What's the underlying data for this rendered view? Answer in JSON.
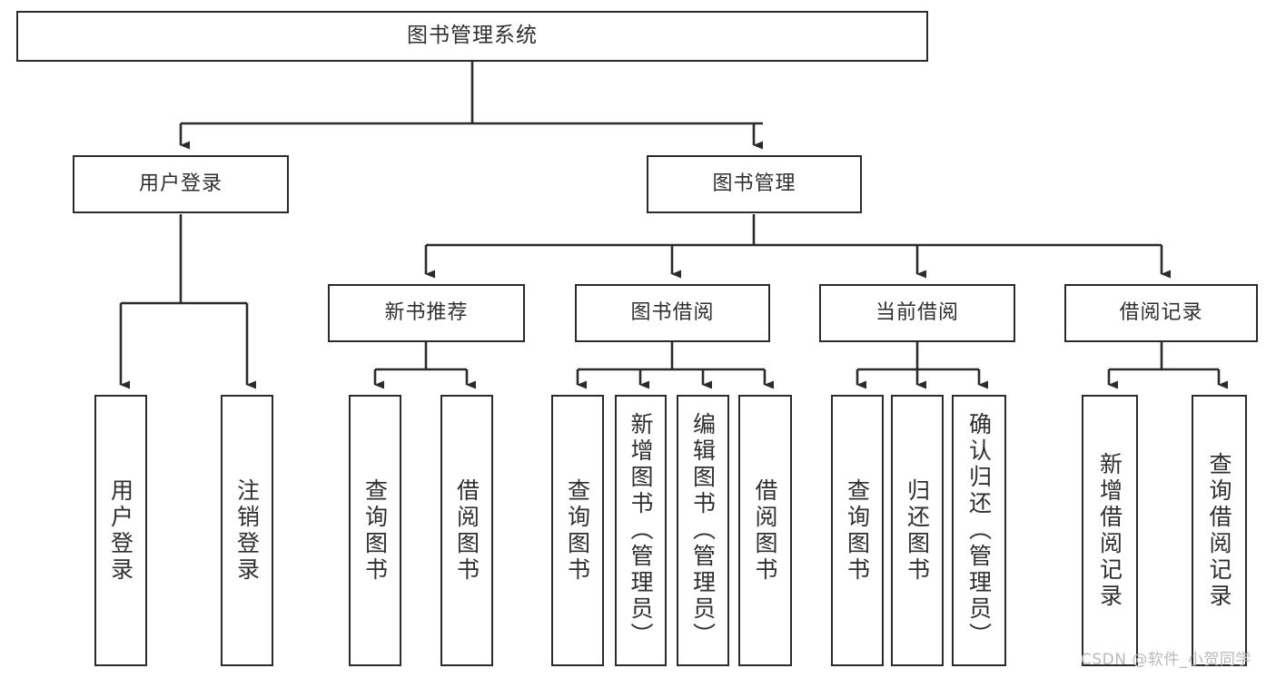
{
  "diagram": {
    "type": "hierarchy-tree",
    "title": "图书管理系统",
    "watermark": "CSDN @软件_小贺同学",
    "colors": {
      "box_border": "#2b2b2b",
      "box_fill": "#ffffff",
      "connector": "#2b2b2b",
      "text": "#2f2f2f",
      "watermark": "#b9b9b9",
      "background": "#ffffff"
    },
    "root": {
      "label": "图书管理系统"
    },
    "level1": [
      {
        "label": "用户登录"
      },
      {
        "label": "图书管理"
      }
    ],
    "level2": [
      {
        "label": "新书推荐"
      },
      {
        "label": "图书借阅"
      },
      {
        "label": "当前借阅"
      },
      {
        "label": "借阅记录"
      }
    ],
    "leaves": {
      "user_login": [
        {
          "label": "用户登录"
        },
        {
          "label": "注销登录"
        }
      ],
      "new_book_recommend": [
        {
          "label": "查询图书"
        },
        {
          "label": "借阅图书"
        }
      ],
      "book_borrow": [
        {
          "label": "查询图书"
        },
        {
          "label": "新增图书（管理员）"
        },
        {
          "label": "编辑图书（管理员）"
        },
        {
          "label": "借阅图书"
        }
      ],
      "current_borrow": [
        {
          "label": "查询图书"
        },
        {
          "label": "归还图书"
        },
        {
          "label": "确认归还（管理员）"
        }
      ],
      "borrow_record": [
        {
          "label": "新增借阅记录"
        },
        {
          "label": "查询借阅记录"
        }
      ]
    }
  }
}
